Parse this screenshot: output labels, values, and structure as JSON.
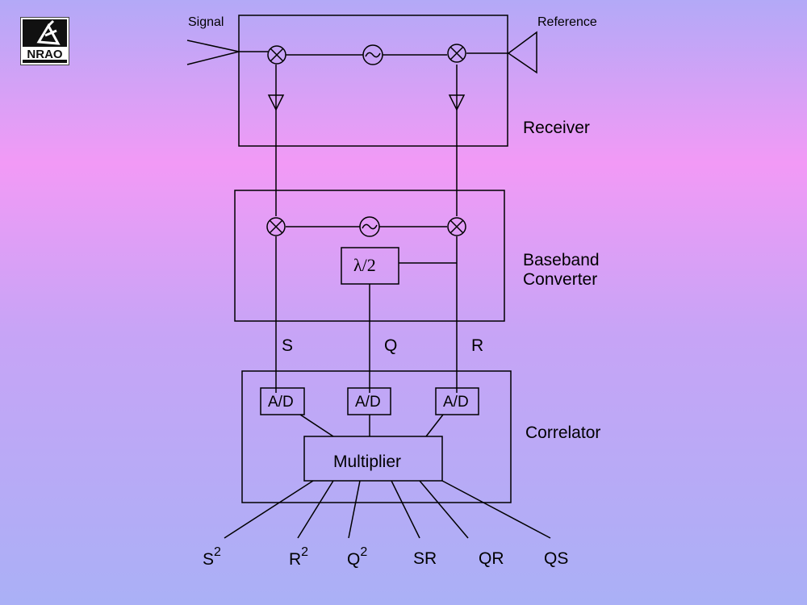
{
  "logo": {
    "text": "NRAO"
  },
  "labels": {
    "signal": "Signal",
    "reference": "Reference",
    "receiver": "Receiver",
    "baseband": "Baseband",
    "converter": "Converter",
    "correlator": "Correlator",
    "s": "S",
    "q": "Q",
    "r": "R",
    "lambda": "λ/2",
    "ad": "A/D",
    "multiplier": "Multiplier"
  },
  "outputs": [
    {
      "base": "S",
      "sup": "2"
    },
    {
      "base": "R",
      "sup": "2"
    },
    {
      "base": "Q",
      "sup": "2"
    },
    {
      "base": "SR",
      "sup": ""
    },
    {
      "base": "QR",
      "sup": ""
    },
    {
      "base": "QS",
      "sup": ""
    }
  ],
  "colors": {
    "line": "#000000",
    "logo_bg": "#ffffff",
    "logo_fg": "#111111"
  }
}
